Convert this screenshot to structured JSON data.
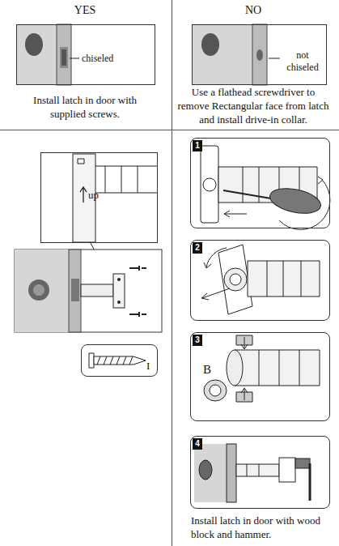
{
  "diagram": {
    "nodes": [
      {
        "text": [
          "chiseled"
        ]
      },
      {
        "text": [
          "not chiseled"
        ]
      },
      {
        "text": [
          "up"
        ]
      },
      {
        "text": [
          "I"
        ]
      },
      {
        "text": [
          "1"
        ]
      },
      {
        "text": [
          "2"
        ]
      },
      {
        "text": [
          "3",
          "B"
        ]
      },
      {
        "text": [
          "4"
        ]
      }
    ],
    "labels": [
      "YES",
      "NO",
      "Install latch in door with supplied screws.",
      "Use a flathead screwdriver to remove Rectangular face from latch and install drive-in collar.",
      "Install latch in door with wood block and hammer."
    ]
  }
}
